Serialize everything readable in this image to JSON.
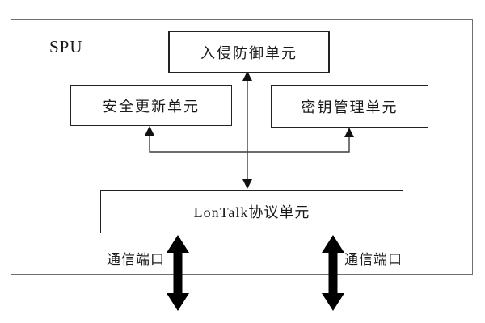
{
  "diagram": {
    "container_label": "SPU",
    "nodes": {
      "intrusion_prevention": {
        "label": "入侵防御单元"
      },
      "security_update": {
        "label": "安全更新单元"
      },
      "key_management": {
        "label": "密钥管理单元"
      },
      "lontalk_protocol": {
        "label": "LonTalk协议单元"
      }
    },
    "ports": {
      "left_label": "通信端口",
      "right_label": "通信端口"
    },
    "edges": [
      {
        "from": "lontalk_protocol",
        "to": "intrusion_prevention",
        "style": "thin-double-headed-arrow"
      },
      {
        "from": "lontalk_protocol",
        "to": "security_update",
        "style": "thin-arrow-up"
      },
      {
        "from": "lontalk_protocol",
        "to": "key_management",
        "style": "thin-arrow-up"
      },
      {
        "from": "lontalk_protocol",
        "to": "comm_port_left",
        "style": "thick-double-headed-arrow"
      },
      {
        "from": "lontalk_protocol",
        "to": "comm_port_right",
        "style": "thick-double-headed-arrow"
      }
    ],
    "colors": {
      "background": "#ffffff",
      "outer_border": "#6f6f6f",
      "node_border": "#222222",
      "thin_line": "#3c3c3c",
      "thick_arrow": "#000000",
      "text": "#1a1a1a"
    }
  }
}
